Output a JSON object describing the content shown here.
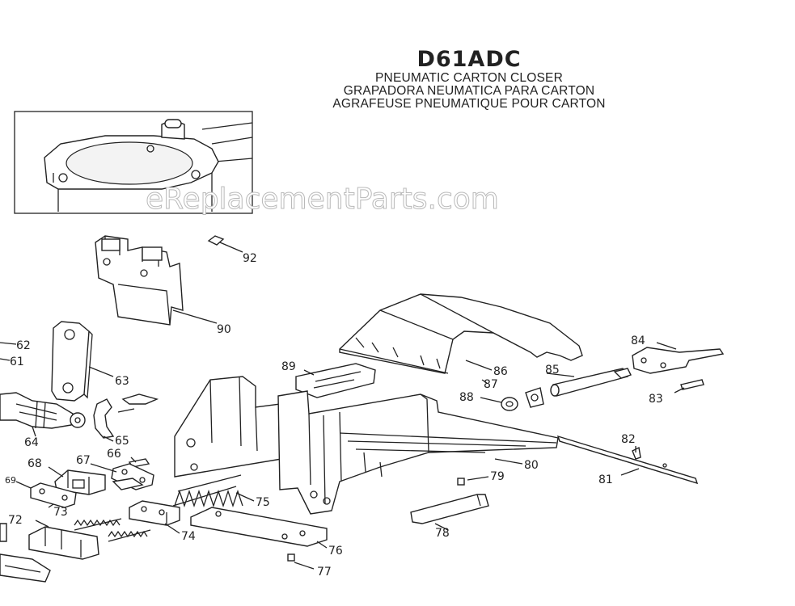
{
  "title": {
    "model": "D61ADC",
    "line_en": "PNEUMATIC CARTON CLOSER",
    "line_es": "GRAPADORA NEUMATICA PARA CARTON",
    "line_fr": "AGRAFEUSE PNEUMATIQUE POUR CARTON"
  },
  "watermark": "eReplacementParts.com",
  "callouts": [
    "92",
    "90",
    "62",
    "61",
    "63",
    "64",
    "65",
    "66",
    "67",
    "68",
    "69",
    "73",
    "72",
    "74",
    "75",
    "76",
    "77",
    "89",
    "86",
    "87",
    "88",
    "85",
    "84",
    "83",
    "82",
    "80",
    "81",
    "79",
    "78"
  ]
}
